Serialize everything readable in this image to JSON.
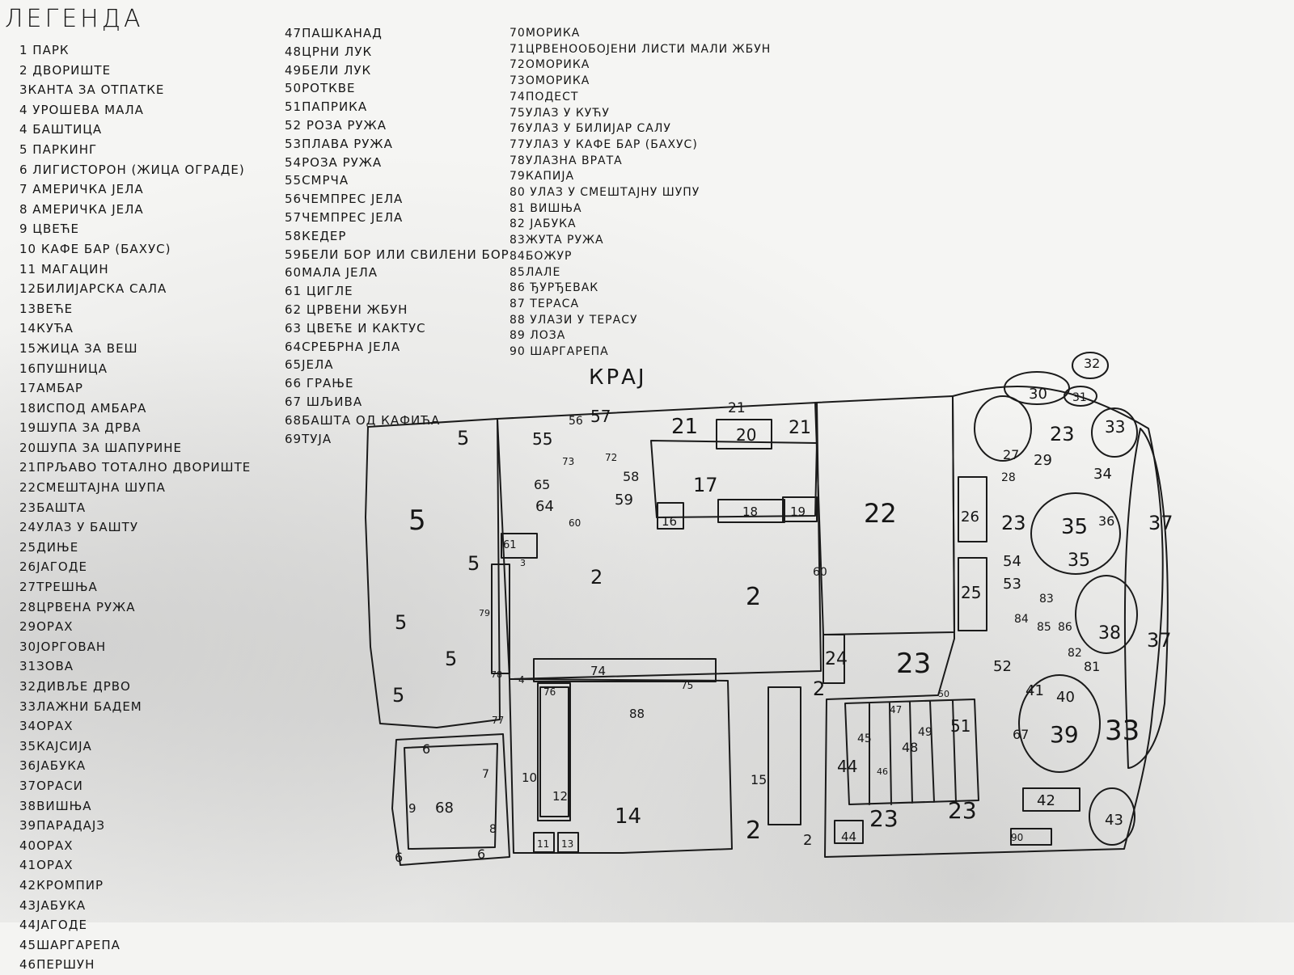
{
  "legend_title": "ЛЕГЕНДА",
  "end_title": "КРАЈ",
  "legend_col1": [
    "1 ПАРК",
    "2 ДВОРИШТЕ",
    "3КАНТА ЗА ОТПАТКЕ",
    "4 УРОШЕВА МАЛА",
    "4 БАШТИЦА",
    "5 ПАРКИНГ",
    "6 ЛИГИСТОРОН (ЖИЦА ОГРАДЕ)",
    "7 АМЕРИЧКА ЈЕЛА",
    "8 АМЕРИЧКА ЈЕЛА",
    "9 ЦВЕЋЕ",
    "10 КАФЕ БАР (БАХУС)",
    "11 МАГАЦИН",
    "12БИЛИЈАРСКА САЛА",
    "13ВЕЋЕ",
    "14КУЋА",
    "15ЖИЦА ЗА ВЕШ",
    "16ПУШНИЦА",
    "17АМБАР",
    "18ИСПОД АМБАРА",
    "19ШУПА ЗА ДРВА",
    "20ШУПА ЗА ШАПУРИНЕ",
    "21ПРЉАВО ТОТАЛНО ДВОРИШТЕ",
    "22СМЕШТАЈНА ШУПА",
    "23БАШТА",
    "24УЛАЗ У БАШТУ",
    "25ДИЊЕ",
    "26ЈАГОДЕ",
    "27ТРЕШЊА",
    "28ЦРВЕНА РУЖА",
    "29ОРАХ",
    "30ЈОРГОВАН",
    "31ЗОВА",
    "32ДИВЉЕ ДРВО",
    "33ЛАЖНИ БАДЕМ",
    "34ОРАХ",
    "35КАЈСИЈА",
    "36ЈАБУКА",
    "37ОРАСИ",
    "38ВИШЊА",
    "39ПАРАДАЈЗ",
    "40ОРАХ",
    "41ОРАХ",
    "42КРОМПИР",
    "43ЈАБУКА",
    "44ЈАГОДЕ",
    "45ШАРГАРЕПА",
    "46ПЕРШУН"
  ],
  "legend_col2": [
    "47ПАШКАНАД",
    "48ЦРНИ ЛУК",
    "49БЕЛИ ЛУК",
    "50РОТКВЕ",
    "51ПАПРИКА",
    "52 РОЗА РУЖА",
    "53ПЛАВА РУЖА",
    "54РОЗА РУЖА",
    "55СМРЧА",
    "56ЧЕМПРЕС ЈЕЛА",
    "57ЧЕМПРЕС ЈЕЛА",
    "58КЕДЕР",
    "59БЕЛИ БОР ИЛИ СВИЛЕНИ БОР",
    "60МАЛА ЈЕЛА",
    "61 ЦИГЛЕ",
    "62 ЦРВЕНИ ЖБУН",
    "63 ЦВЕЋЕ И КАКТУС",
    "64СРЕБРНА ЈЕЛА",
    "65ЈЕЛА",
    "66 ГРАЊЕ",
    "67 ШЉИВА",
    "68БАШТА ОД КАФИЋА",
    "69ТУЈА"
  ],
  "legend_col3": [
    "70МОРИКА",
    "71ЦРВЕНООБОЈЕНИ ЛИСТИ МАЛИ ЖБУН",
    "72ОМОРИКА",
    "73ОМОРИКА",
    "74ПОДЕСТ",
    "75УЛАЗ У КУЋУ",
    "76УЛАЗ У БИЛИЈАР САЛУ",
    "77УЛАЗ У КАФЕ БАР (БАХУС)",
    "78УЛАЗНА ВРАТА",
    "79КАПИЈА",
    "80 УЛАЗ У СМЕШТАЈНУ ШУПУ",
    "81 ВИШЊА",
    "82 ЈАБУКА",
    "83ЖУТА РУЖА",
    "84БОЖУР",
    "85ЛАЛЕ",
    "86 ЂУРЂЕВАК",
    "87 ТЕРАСА",
    "88 УЛАЗИ У ТЕРАСУ",
    "89 ЛОЗА",
    "90 ШАРГАРЕПА"
  ],
  "map_labels": {
    "park": "5",
    "yard": "2",
    "garden": "23",
    "barn": "17",
    "storage_shed": "22",
    "house": "14",
    "cafe": "10",
    "billiard": "12",
    "woodshed": "19",
    "under_barn": "18",
    "smokehouse": "16",
    "dirty_yard": "21",
    "shavings_shed": "20",
    "garden_entry": "24",
    "melons": "25",
    "strawberries": "26",
    "walnuts": "37",
    "lilac": "30",
    "elder": "31",
    "wild_tree": "32",
    "false_almond": "33",
    "walnut34": "34",
    "apricot": "35",
    "apple36": "36",
    "cherry38": "38",
    "tomato": "39",
    "potato": "42",
    "apple43": "43",
    "strawberries44": "44",
    "bricks": "61",
    "cafe_garden": "68",
    "clothesline": "15",
    "fence": "6",
    "flowers": "9",
    "fir7": "7",
    "fir8": "8",
    "shed11": "11",
    "shed13": "13",
    "spruce": "55",
    "cypress56": "56",
    "cypress57": "57",
    "cedar": "58",
    "pine": "59",
    "silver_fir": "64",
    "fir65": "65",
    "fir60": "60",
    "spruce72": "72",
    "spruce73": "73",
    "podest": "74",
    "house_entry": "75",
    "billiard_entry": "76",
    "cafe_entry": "77",
    "gate_door": "78",
    "gate": "79",
    "terrace_entries": "88",
    "cherry81": "81",
    "apple82": "82",
    "rose52": "52",
    "rose54": "54",
    "rose53": "53",
    "peony": "84",
    "tulips": "85",
    "lily": "86",
    "rose83": "83",
    "walnut40": "40",
    "walnut41": "41",
    "plum67": "67",
    "garden_beds": [
      "44",
      "45",
      "46",
      "47",
      "48",
      "49",
      "50",
      "51"
    ],
    "bin": "3",
    "mala": "4",
    "cherry27": "27",
    "rose28": "28",
    "walnut29": "29",
    "carrot90": "90",
    "row4": "4"
  }
}
